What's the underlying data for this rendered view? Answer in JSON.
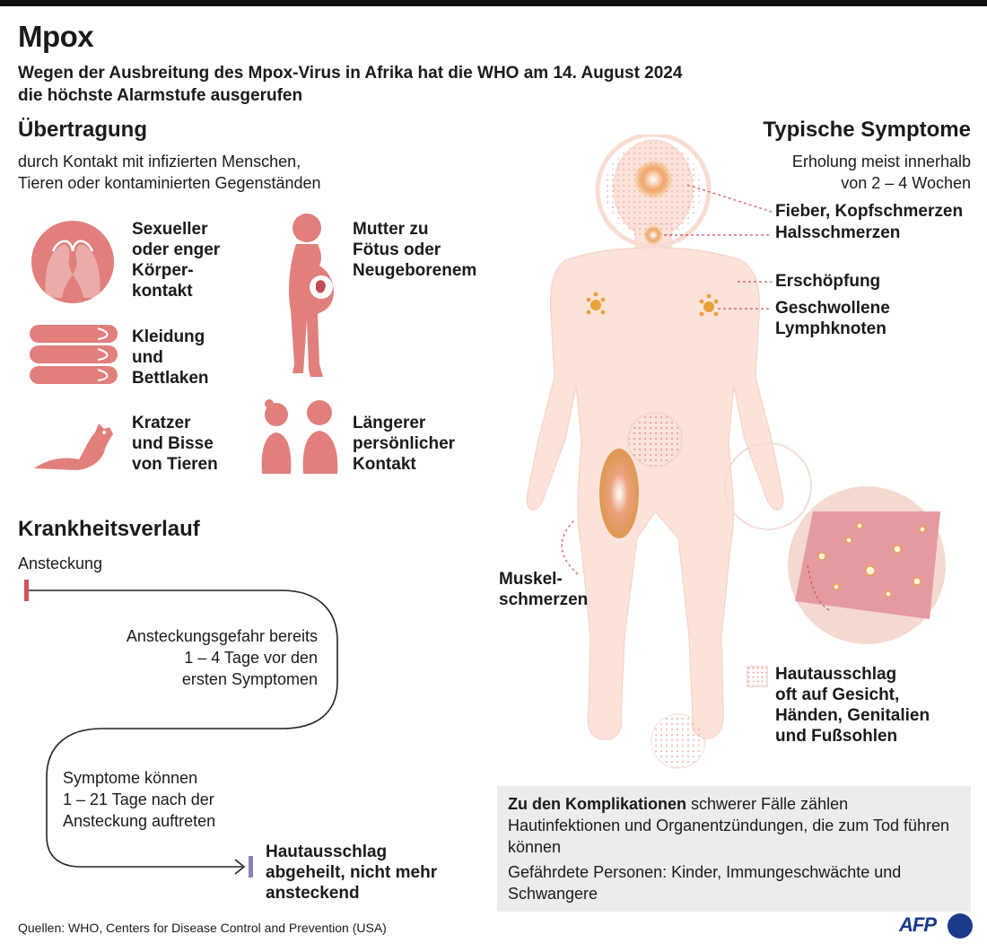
{
  "header": {
    "title": "Mpox",
    "subtitle_line1": "Wegen der Ausbreitung des Mpox-Virus in Afrika hat die WHO am 14. August 2024",
    "subtitle_line2": "die höchste Alarmstufe ausgerufen"
  },
  "transmission": {
    "heading": "Übertragung",
    "desc_line1": "durch Kontakt mit infizierten Menschen,",
    "desc_line2": "Tieren oder kontaminierten Gegenständen",
    "items": [
      {
        "label": "Sexueller\noder enger\nKörper-\nkontakt",
        "icon": "kissing-couple-icon"
      },
      {
        "label": "Kleidung\nund\nBettlaken",
        "icon": "folded-linen-icon"
      },
      {
        "label": "Kratzer\nund Bisse\nvon Tieren",
        "icon": "squirrel-icon"
      },
      {
        "label": "Mutter zu\nFötus oder\nNeugeborenem",
        "icon": "pregnant-woman-icon"
      },
      {
        "label": "Längerer\npersönlicher\nKontakt",
        "icon": "two-people-icon"
      }
    ]
  },
  "course": {
    "heading": "Krankheitsverlauf",
    "start": "Ansteckung",
    "step1": "Ansteckungsgefahr bereits\n1 – 4 Tage vor den\nersten Symptomen",
    "step2": "Symptome können\n1 – 21 Tage nach der\nAnsteckung auftreten",
    "end": "Hautausschlag\nabgeheilt, nicht mehr\nansteckend"
  },
  "symptoms": {
    "heading": "Typische Symptome",
    "recovery_line1": "Erholung meist innerhalb",
    "recovery_line2": "von 2 – 4 Wochen",
    "fever": "Fieber, Kopfschmerzen",
    "throat": "Halsschmerzen",
    "fatigue": "Erschöpfung",
    "lymph": "Geschwollene\nLymphknoten",
    "muscle": "Muskel-\nschmerzen",
    "rash": "Hautausschlag\noft auf Gesicht,\nHänden, Genitalien\nund Fußsohlen"
  },
  "complications": {
    "bold": "Zu den Komplikationen",
    "rest": " schwerer Fälle zählen Hautinfektionen und Organentzündungen, die zum Tod führen können",
    "risk": "Gefährdete Personen: Kinder, Immungeschwächte und Schwangere"
  },
  "footer": {
    "sources": "Quellen: WHO, Centers for Disease Control and Prevention (USA)",
    "agency": "AFP"
  },
  "colors": {
    "icon_pink": "#e07f7c",
    "body_pink": "#fbe3da",
    "accent_orange": "#e9a23b",
    "marker_red": "#d4515a",
    "marker_purple": "#8c7fb8"
  }
}
